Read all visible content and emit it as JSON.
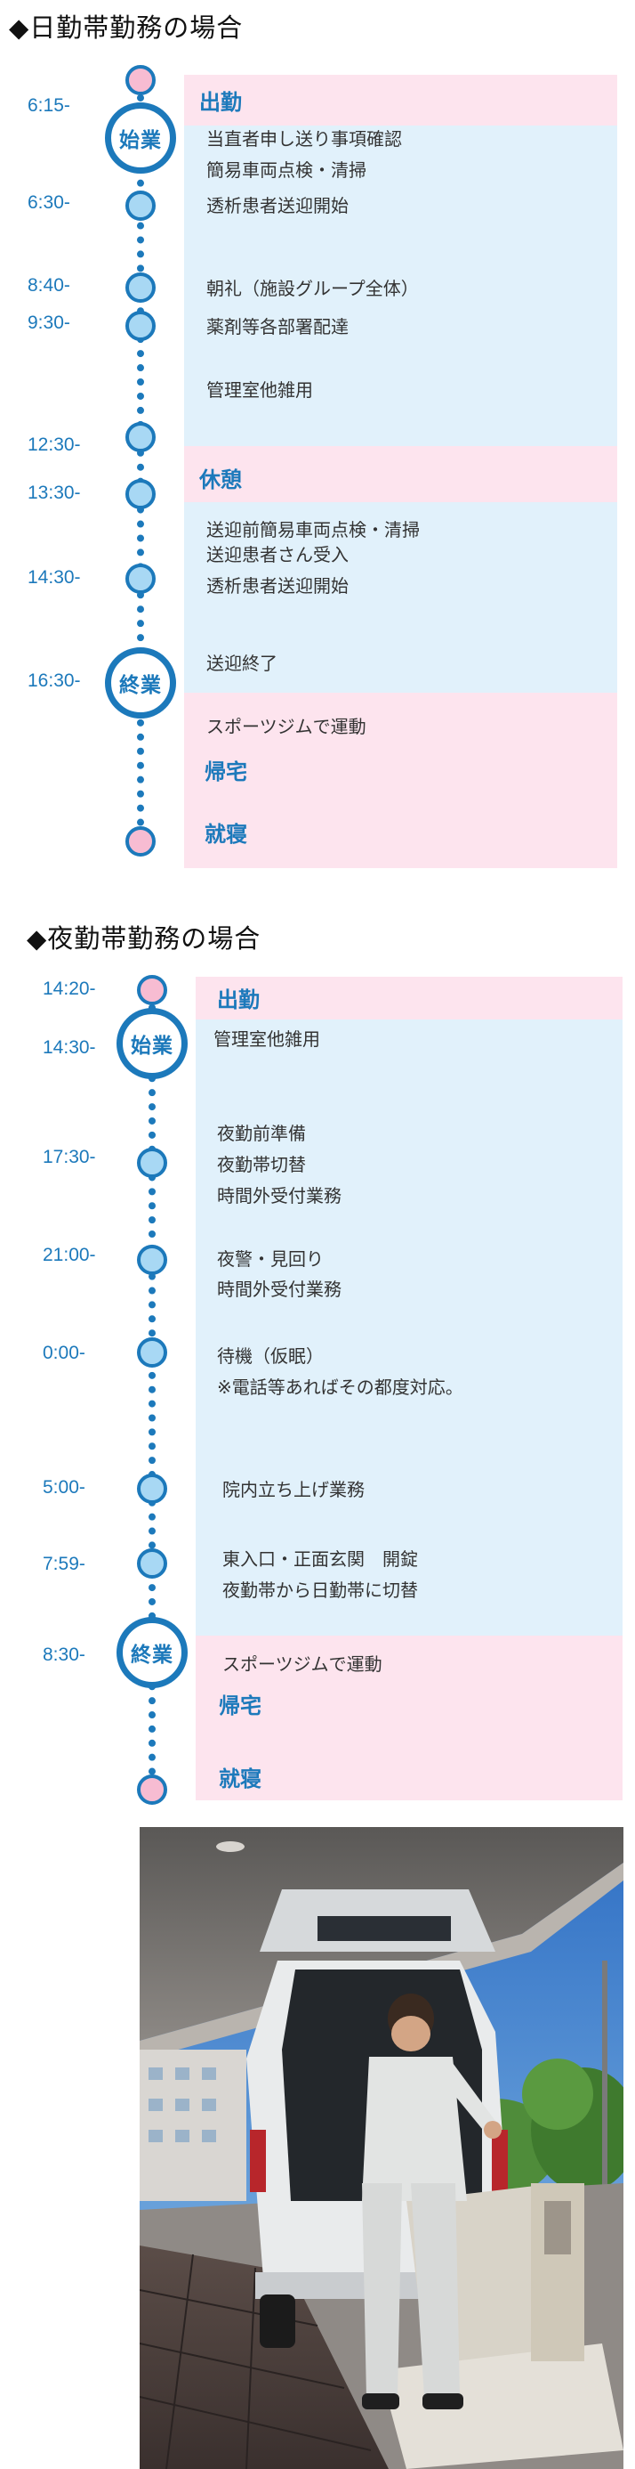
{
  "day": {
    "title": "◆日勤帯勤務の場合",
    "times": [
      "6:15-",
      "6:30-",
      "8:40-",
      "9:30-",
      "12:30-",
      "13:30-",
      "14:30-",
      "16:30-"
    ],
    "start_badge": "始業",
    "end_badge": "終業",
    "labels": {
      "arrive": "出勤",
      "break": "休憩",
      "home": "帰宅",
      "sleep": "就寝"
    },
    "items": [
      "当直者申し送り事項確認",
      "簡易車両点検・清掃",
      "透析患者送迎開始",
      "朝礼（施設グループ全体）",
      "薬剤等各部署配達",
      "管理室他雑用",
      "送迎前簡易車両点検・清掃",
      "送迎患者さん受入",
      "透析患者送迎開始",
      "送迎終了",
      "スポーツジムで運動"
    ]
  },
  "night": {
    "title": "◆夜勤帯勤務の場合",
    "times": [
      "14:20-",
      "14:30-",
      "17:30-",
      "21:00-",
      "0:00-",
      "5:00-",
      "7:59-",
      "8:30-"
    ],
    "start_badge": "始業",
    "end_badge": "終業",
    "labels": {
      "arrive": "出勤",
      "home": "帰宅",
      "sleep": "就寝"
    },
    "items": [
      "管理室他雑用",
      "夜勤前準備",
      "夜勤帯切替",
      "時間外受付業務",
      "夜警・見回り",
      "時間外受付業務",
      "待機（仮眠）",
      "※電話等あればその都度対応。",
      "院内立ち上げ業務",
      "東入口・正面玄関　開錠",
      "夜勤帯から日勤帯に切替",
      "スポーツジムで運動"
    ]
  },
  "colors": {
    "accent": "#1c79bb",
    "pink": "#fde4ee",
    "blue": "#e1f1fb"
  }
}
